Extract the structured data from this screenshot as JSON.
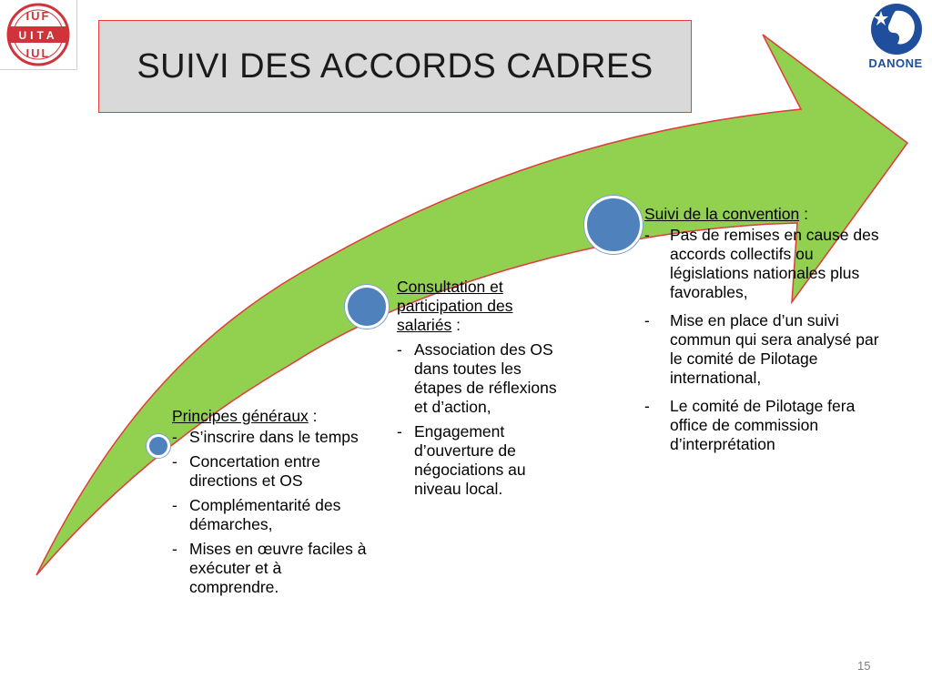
{
  "logos": {
    "iuf_lines": [
      "IUF",
      "UITA",
      "IUL"
    ],
    "danone_word": "DANONE"
  },
  "title": "SUIVI DES ACCORDS CADRES",
  "milestones": [
    {
      "heading": "Principes généraux",
      "suffix": " :",
      "items": [
        "S’inscrire dans le temps",
        "Concertation entre directions et OS",
        "Complémentarité des démarches,",
        "Mises en œuvre faciles à exécuter et à comprendre."
      ]
    },
    {
      "heading": "Consultation et participation des salariés",
      "suffix": " :",
      "items": [
        "Association des OS dans toutes les étapes de réflexions et d’action,",
        "Engagement d’ouverture de négociations au niveau local."
      ]
    },
    {
      "heading": "Suivi de la convention",
      "suffix": " :",
      "items": [
        "Pas de remises en cause des accords collectifs ou législations nationales plus favorables,",
        "Mise en place d’un suivi commun qui sera analysé par le comité de Pilotage international,",
        "Le comité de Pilotage fera office de commission d’interprétation"
      ]
    }
  ],
  "bullet_char": "-",
  "slide_number": "15",
  "colors": {
    "arrow_fill": "#92d050",
    "arrow_stroke": "#e03c3c",
    "dot_fill": "#4f81bd",
    "title_bg": "#d9d9d9",
    "iuf_red": "#d0343a",
    "danone_blue": "#1f4e9c"
  }
}
